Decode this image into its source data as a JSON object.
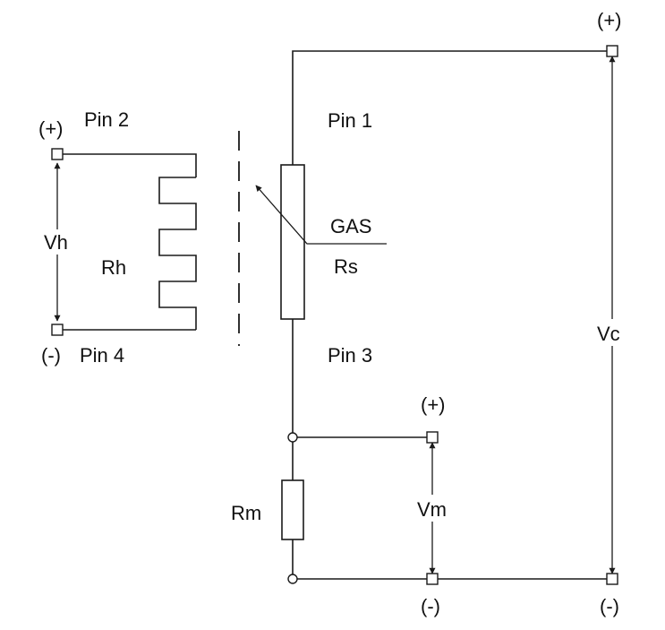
{
  "labels": {
    "pin1": "Pin 1",
    "pin2": "Pin 2",
    "pin3": "Pin 3",
    "pin4": "Pin 4",
    "vh_plus": "(+)",
    "vh_minus": "(-)",
    "vh": "Vh",
    "rh": "Rh",
    "gas": "GAS",
    "rs": "Rs",
    "vc_plus": "(+)",
    "vc_minus": "(-)",
    "vc": "Vc",
    "vm_plus": "(+)",
    "vm_minus": "(-)",
    "vm": "Vm",
    "rm": "Rm"
  },
  "colors": {
    "line": "#1a1a1a",
    "text": "#111111",
    "background": "#ffffff"
  }
}
